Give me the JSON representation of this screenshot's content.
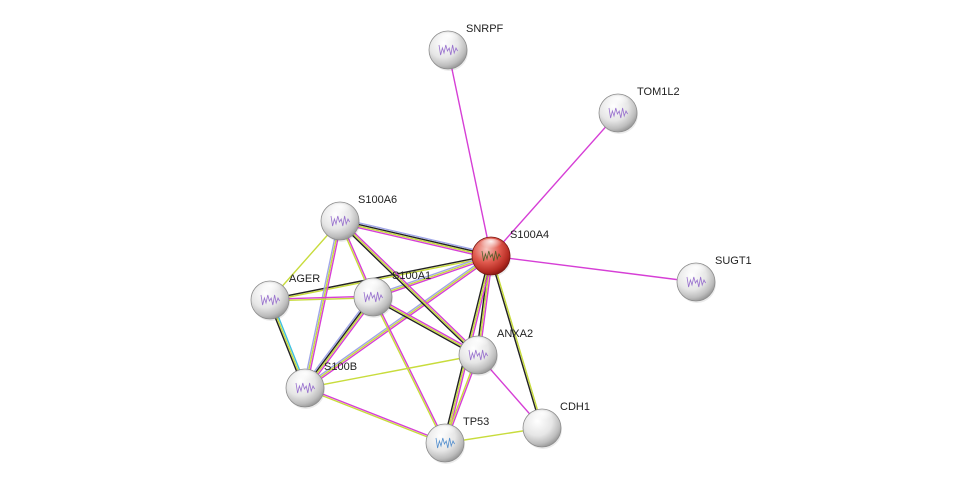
{
  "diagram": {
    "query_protein": "S100A4",
    "nodes": [
      {
        "id": "S100A4",
        "label": "S100A4",
        "is_query": true
      },
      {
        "id": "SNRPF",
        "label": "SNRPF"
      },
      {
        "id": "TOM1L2",
        "label": "TOM1L2"
      },
      {
        "id": "SUGT1",
        "label": "SUGT1"
      },
      {
        "id": "S100A6",
        "label": "S100A6"
      },
      {
        "id": "AGER",
        "label": "AGER"
      },
      {
        "id": "S100A1",
        "label": "S100A1"
      },
      {
        "id": "ANXA2",
        "label": "ANXA2"
      },
      {
        "id": "S100B",
        "label": "S100B"
      },
      {
        "id": "TP53",
        "label": "TP53"
      },
      {
        "id": "CDH1",
        "label": "CDH1"
      }
    ],
    "edge_colors": {
      "experimental": "#d63fd6",
      "textmining": "#c8dc3c",
      "coexpression": "#222222",
      "database": "#3fbfe0",
      "homology": "#a0a6e8"
    },
    "edges": [
      {
        "source": "S100A4",
        "target": "SNRPF",
        "evidence": [
          "experimental"
        ]
      },
      {
        "source": "S100A4",
        "target": "TOM1L2",
        "evidence": [
          "experimental"
        ]
      },
      {
        "source": "S100A4",
        "target": "SUGT1",
        "evidence": [
          "experimental"
        ]
      },
      {
        "source": "S100A4",
        "target": "S100A6",
        "evidence": [
          "experimental",
          "textmining",
          "coexpression",
          "homology"
        ]
      },
      {
        "source": "S100A4",
        "target": "AGER",
        "evidence": [
          "textmining",
          "coexpression"
        ]
      },
      {
        "source": "S100A4",
        "target": "S100A1",
        "evidence": [
          "experimental",
          "textmining",
          "homology"
        ]
      },
      {
        "source": "S100A4",
        "target": "ANXA2",
        "evidence": [
          "experimental",
          "textmining",
          "coexpression"
        ]
      },
      {
        "source": "S100A4",
        "target": "S100B",
        "evidence": [
          "experimental",
          "textmining",
          "homology"
        ]
      },
      {
        "source": "S100A4",
        "target": "TP53",
        "evidence": [
          "experimental",
          "textmining",
          "coexpression"
        ]
      },
      {
        "source": "S100A4",
        "target": "CDH1",
        "evidence": [
          "textmining",
          "coexpression"
        ]
      },
      {
        "source": "S100A6",
        "target": "AGER",
        "evidence": [
          "textmining"
        ]
      },
      {
        "source": "S100A6",
        "target": "S100A1",
        "evidence": [
          "experimental",
          "textmining"
        ]
      },
      {
        "source": "S100A6",
        "target": "ANXA2",
        "evidence": [
          "experimental",
          "textmining",
          "coexpression"
        ]
      },
      {
        "source": "S100A6",
        "target": "S100B",
        "evidence": [
          "experimental",
          "textmining",
          "homology"
        ]
      },
      {
        "source": "AGER",
        "target": "S100A1",
        "evidence": [
          "experimental",
          "textmining"
        ]
      },
      {
        "source": "AGER",
        "target": "S100B",
        "evidence": [
          "database",
          "textmining",
          "coexpression"
        ]
      },
      {
        "source": "S100A1",
        "target": "ANXA2",
        "evidence": [
          "experimental",
          "textmining",
          "coexpression"
        ]
      },
      {
        "source": "S100A1",
        "target": "S100B",
        "evidence": [
          "experimental",
          "textmining",
          "coexpression",
          "homology"
        ]
      },
      {
        "source": "S100A1",
        "target": "TP53",
        "evidence": [
          "experimental",
          "textmining"
        ]
      },
      {
        "source": "S100B",
        "target": "ANXA2",
        "evidence": [
          "textmining"
        ]
      },
      {
        "source": "S100B",
        "target": "TP53",
        "evidence": [
          "experimental",
          "textmining"
        ]
      },
      {
        "source": "ANXA2",
        "target": "TP53",
        "evidence": [
          "experimental",
          "textmining"
        ]
      },
      {
        "source": "ANXA2",
        "target": "CDH1",
        "evidence": [
          "experimental"
        ]
      },
      {
        "source": "TP53",
        "target": "CDH1",
        "evidence": [
          "textmining"
        ]
      }
    ]
  }
}
